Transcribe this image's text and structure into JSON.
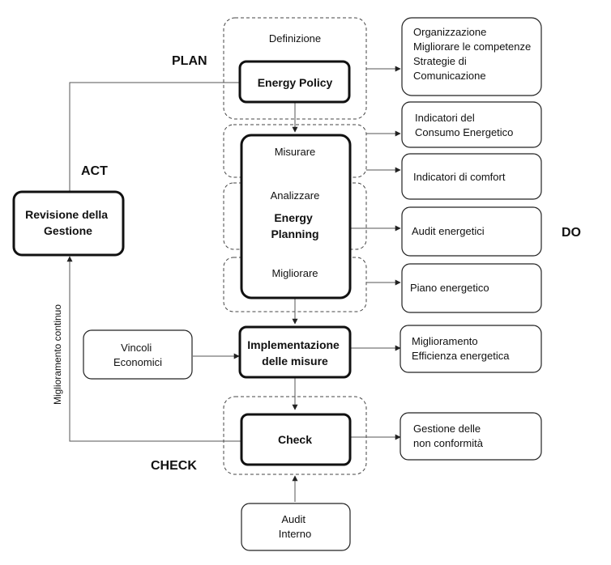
{
  "phases": {
    "plan": "PLAN",
    "act": "ACT",
    "do": "DO",
    "check": "CHECK"
  },
  "definizione": "Definizione",
  "energy_policy": "Energy Policy",
  "misurare": "Misurare",
  "analizzare": "Analizzare",
  "energy_planning": [
    "Energy",
    "Planning"
  ],
  "migliorare": "Migliorare",
  "implementazione": [
    "Implementazione",
    "delle misure"
  ],
  "check": "Check",
  "revisione": [
    "Revisione della",
    "Gestione"
  ],
  "vincoli": [
    "Vincoli",
    "Economici"
  ],
  "audit_interno": [
    "Audit",
    "Interno"
  ],
  "miglioramento_continuo": "Miglioramento continuo",
  "outputs": {
    "organizzazione": [
      "Organizzazione",
      "Migliorare le competenze",
      "Strategie di",
      "Comunicazione"
    ],
    "indicatori_consumo": [
      "Indicatori del",
      "Consumo Energetico"
    ],
    "indicatori_comfort": [
      "Indicatori di comfort"
    ],
    "audit_energetici": [
      "Audit energetici"
    ],
    "piano_energetico": [
      "Piano energetico"
    ],
    "miglioramento_efficienza": [
      "Miglioramento",
      "Efficienza energetica"
    ],
    "gestione_nc": [
      "Gestione delle",
      "non conformità"
    ]
  }
}
